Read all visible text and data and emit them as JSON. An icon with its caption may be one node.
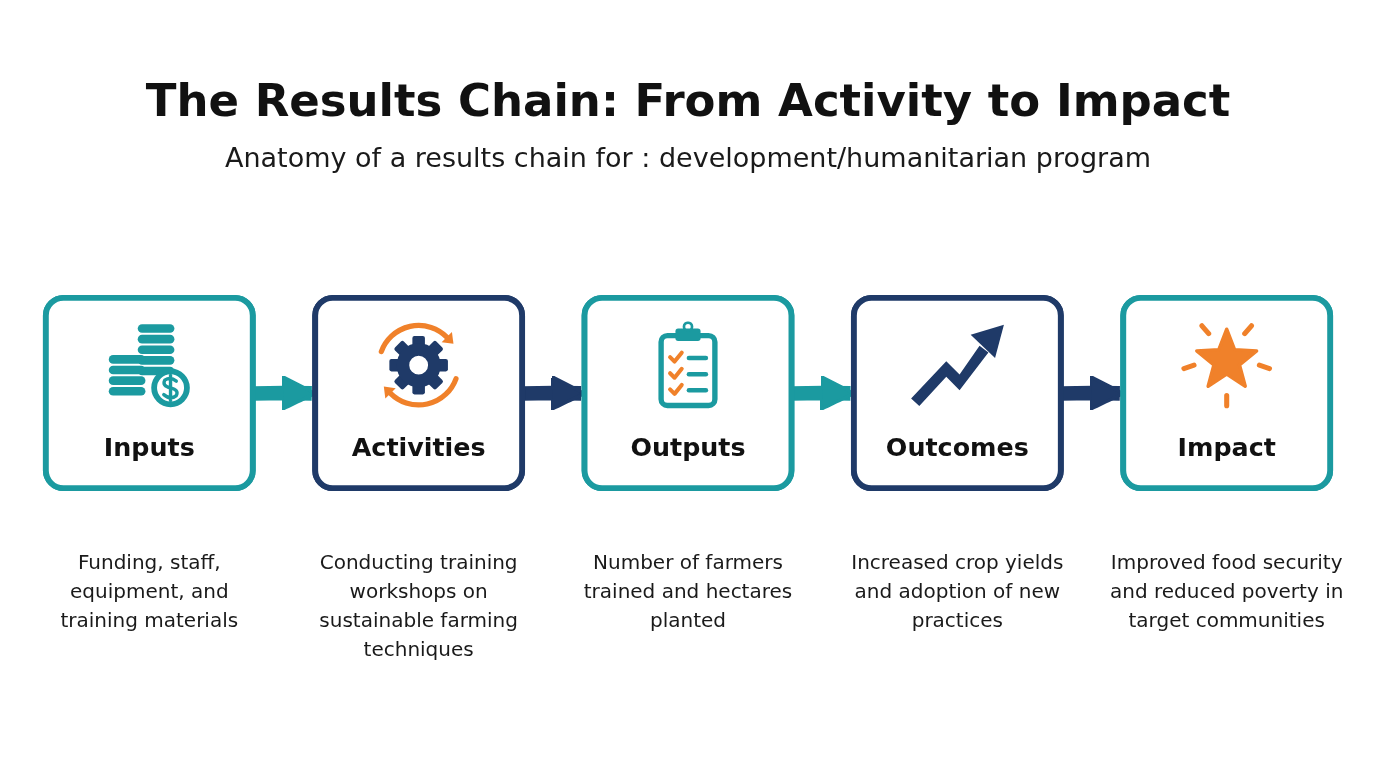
{
  "diagram": {
    "title": "The Results Chain: From Activity to Impact",
    "nodes": [
      {
        "text": [
          "Inputs"
        ],
        "beside": [
          "Funding, staff, equipment, and training materials"
        ]
      },
      {
        "text": [
          "Activities"
        ],
        "beside": [
          "Conducting training workshops on sustainable farming techniques"
        ]
      },
      {
        "text": [
          "Outputs"
        ],
        "beside": [
          "Number of farmers trained and hectares planted"
        ]
      },
      {
        "text": [
          "Outcomes"
        ],
        "beside": [
          "Increased crop yields and adoption of new practices"
        ]
      },
      {
        "text": [
          "Impact"
        ],
        "beside": [
          "Improved food security and reduced poverty in target communities"
        ]
      }
    ],
    "edges": [
      {
        "from": 0,
        "to": 1,
        "arrow": "to",
        "color": "#1b9aa0"
      },
      {
        "from": 1,
        "to": 2,
        "arrow": "to",
        "color": "#1f3a68"
      },
      {
        "from": 2,
        "to": 3,
        "arrow": "to",
        "color": "#1b9aa0"
      },
      {
        "from": 3,
        "to": 4,
        "arrow": "to",
        "color": "#1f3a68"
      }
    ],
    "labels": [
      "Anatomy of a results chain for : development/humanitarian program"
    ]
  }
}
